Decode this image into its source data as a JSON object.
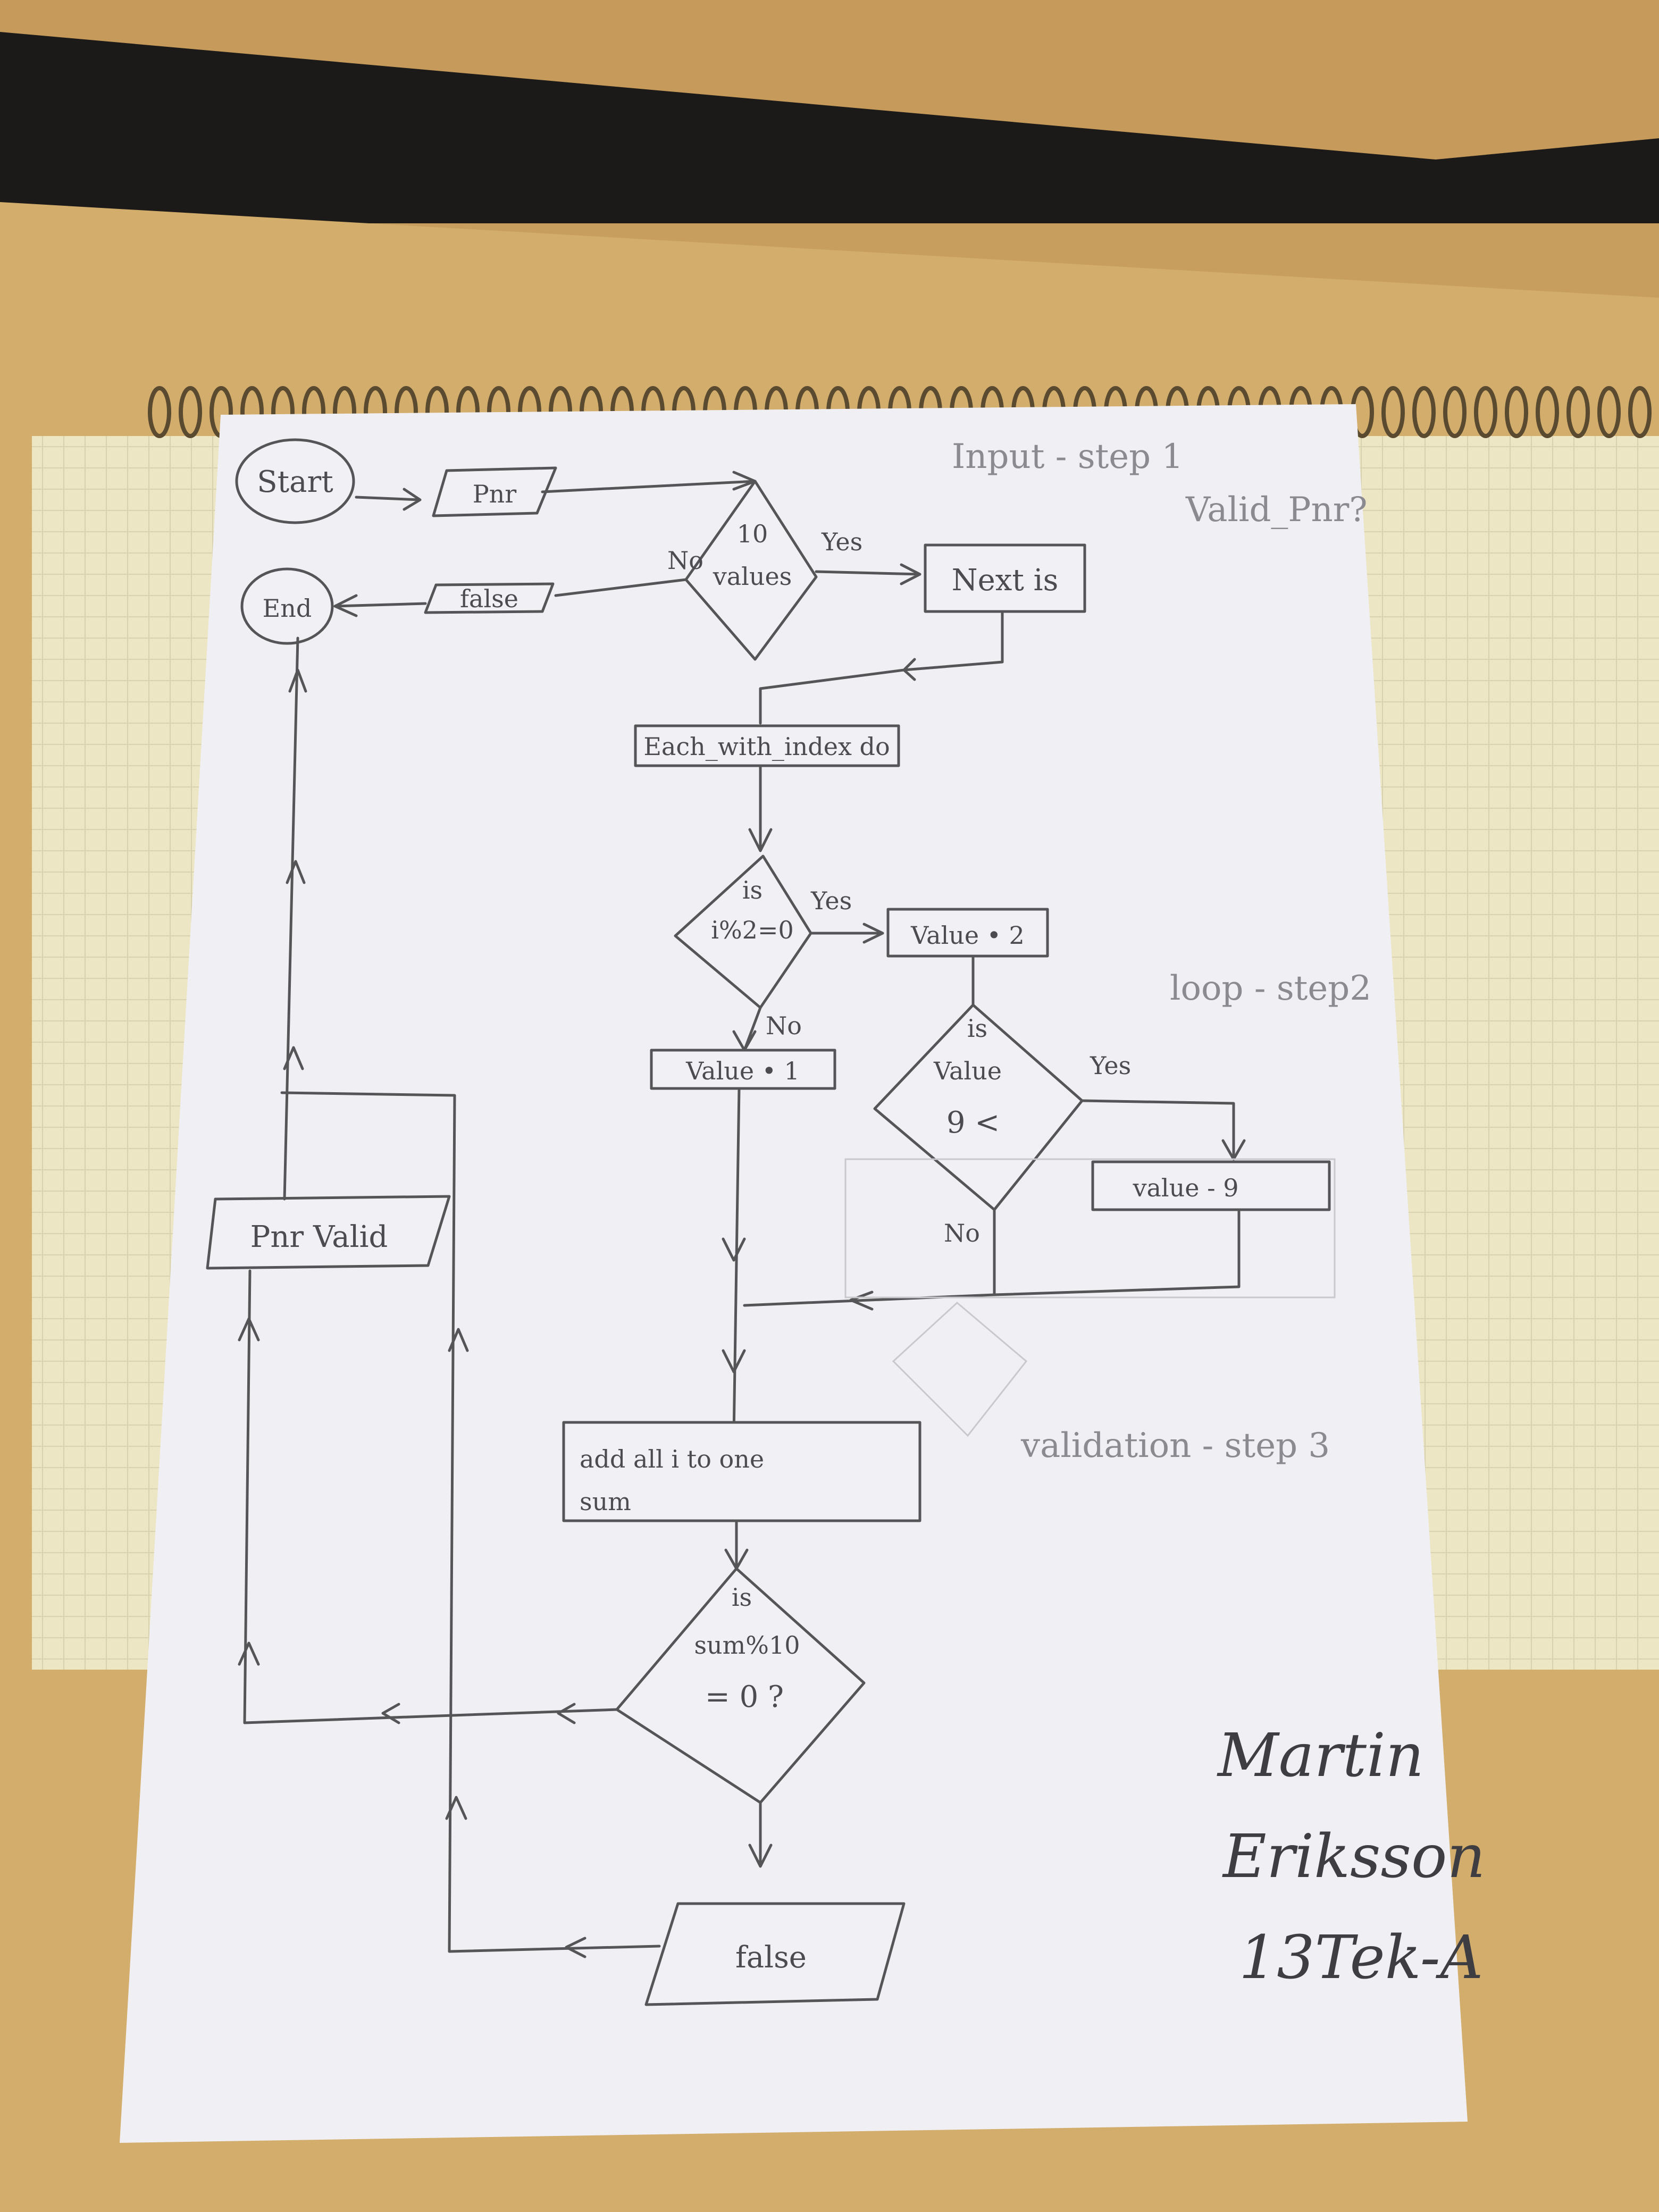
{
  "flowchart": {
    "start": "Start",
    "pnr_input": "Pnr",
    "is_10_values": [
      "10",
      "values"
    ],
    "yes": "Yes",
    "no": "No",
    "next_step": "Next is",
    "false_out": "false",
    "end": "End",
    "each_with_index": "Each_with_index do",
    "is_i_mod_2": [
      "is",
      "i%2=0"
    ],
    "value_times_2": "Value • 2",
    "value_times_1": "Value • 1",
    "is_value_9": [
      "is",
      "Value",
      "9 <"
    ],
    "value_minus_9": "value - 9",
    "pnr_valid": "Pnr Valid",
    "add_all": [
      "add all i to one",
      "sum"
    ],
    "is_sum_mod_10": [
      "is",
      "sum%10",
      "= 0 ?"
    ],
    "false_bottom": "false"
  },
  "notes": {
    "input_step": "Input - step 1",
    "valid_pnr": "Valid_Pnr?",
    "loop_step": "loop - step2",
    "validation_step": "validation - step 3"
  },
  "signature": {
    "first_name": "Martin",
    "last_name": "Eriksson",
    "class_name": "13Tek-A"
  }
}
